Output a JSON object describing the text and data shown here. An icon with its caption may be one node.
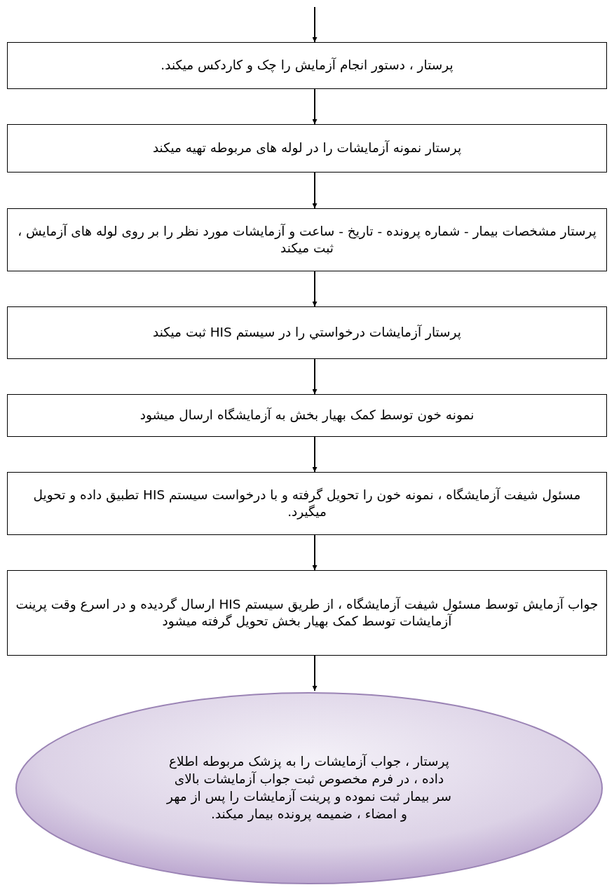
{
  "diagram": {
    "nodes": [
      {
        "text": [
          "پرستار ، دستور انجام آزمایش را چک و کاردکس میکند."
        ]
      },
      {
        "text": [
          "پرستار نمونه آزمایشات را در لوله های مربوطه تهیه میکند"
        ]
      },
      {
        "text": [
          "پرستار مشخصات بیمار - شماره پرونده - تاریخ - ساعت و آزمایشات مورد نظر را بر روی لوله های آزمایش ، ثبت میکند"
        ]
      },
      {
        "text": [
          "پرستار آزمایشات درخواستي را در سیستم HIS ثبت میکند"
        ]
      },
      {
        "text": [
          "نمونه خون توسط کمک بهیار بخش به آزمایشگاه ارسال میشود"
        ]
      },
      {
        "text": [
          "مسئول شیفت آزمایشگاه ، نمونه خون را تحویل گرفته و با درخواست سیستم HIS تطبیق داده و تحویل میگیرد."
        ]
      },
      {
        "text": [
          "جواب آزمایش توسط مسئول شیفت آزمایشگاه ، از طریق سیستم HIS ارسال گردیده و در اسرع وقت پرینت آزمایشات توسط کمک بهیار بخش تحویل گرفته میشود"
        ]
      },
      {
        "text": [
          "پرستار ، جواب آزمایشات را به پزشک مربوطه اطلاع داده ، در فرم مخصوص ثبت جواب آزمایشات بالای سر بیمار ثبت نموده و پرینت آزمایشات را پس از مهر و امضاء ، ضمیمه پرونده بیمار میکند."
        ]
      }
    ],
    "edges": [
      {
        "from": null,
        "to": 0,
        "arrow": "to"
      },
      {
        "from": 0,
        "to": 1,
        "arrow": "to"
      },
      {
        "from": 1,
        "to": 2,
        "arrow": "to"
      },
      {
        "from": 2,
        "to": 3,
        "arrow": "to"
      },
      {
        "from": 3,
        "to": 4,
        "arrow": "to"
      },
      {
        "from": 4,
        "to": 5,
        "arrow": "to"
      },
      {
        "from": 5,
        "to": 6,
        "arrow": "to"
      },
      {
        "from": 6,
        "to": 7,
        "arrow": "to"
      }
    ]
  }
}
